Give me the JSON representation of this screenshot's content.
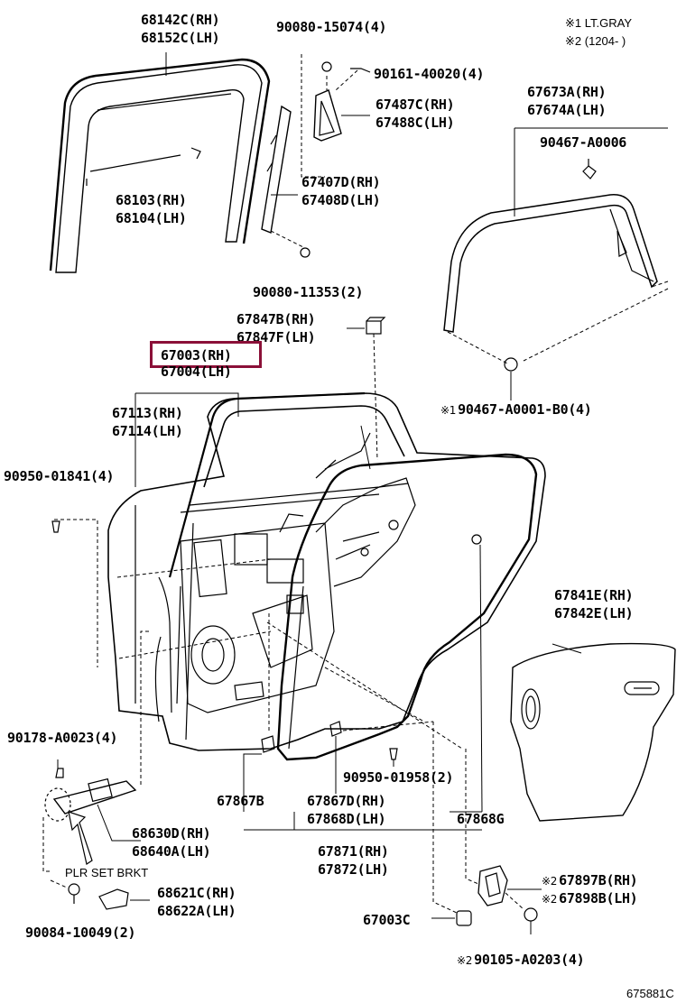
{
  "colors": {
    "highlight": "#8b1038",
    "line": "#000000",
    "background": "#ffffff"
  },
  "marks": {
    "m1": "※1",
    "m2": "※2"
  },
  "legend": {
    "note1": "※1 LT.GRAY",
    "note2": "※2 (1204-      )"
  },
  "labels": {
    "p68142": "68142C(RH)",
    "p68152": "68152C(LH)",
    "p90080a": "90080-15074(4)",
    "p90161": "90161-40020(4)",
    "p67487": "67487C(RH)",
    "p67488": "67488C(LH)",
    "p67673": "67673A(RH)",
    "p67674": "67674A(LH)",
    "p90467a": "90467-A0006",
    "p68103": "68103(RH)",
    "p68104": "68104(LH)",
    "p67407": "67407D(RH)",
    "p67408": "67408D(LH)",
    "p90080b": "90080-11353(2)",
    "p67847b": "67847B(RH)",
    "p67847f": "67847F(LH)",
    "p67003": "67003(RH)",
    "p67004": "67004(LH)",
    "p90467b": "90467-A0001-B0(4)",
    "p67113": "67113(RH)",
    "p67114": "67114(LH)",
    "p90950a": "90950-01841(4)",
    "p67841": "67841E(RH)",
    "p67842": "67842E(LH)",
    "p90178": "90178-A0023(4)",
    "p90950b": "90950-01958(2)",
    "p67867b": "67867B",
    "p67867d": "67867D(RH)",
    "p67868d": "67868D(LH)",
    "p67868g": "67868G",
    "p68630": "68630D(RH)",
    "p68640": "68640A(LH)",
    "p67871": "67871(RH)",
    "p67872": "67872(LH)",
    "plr": "PLR SET BRKT",
    "p67897": "67897B(RH)",
    "p67898": "67898B(LH)",
    "p68621": "68621C(RH)",
    "p68622": "68622A(LH)",
    "p90084": "90084-10049(2)",
    "p67003c": "67003C",
    "p90105": "90105-A0203(4)",
    "drawing_no": "675881C"
  }
}
